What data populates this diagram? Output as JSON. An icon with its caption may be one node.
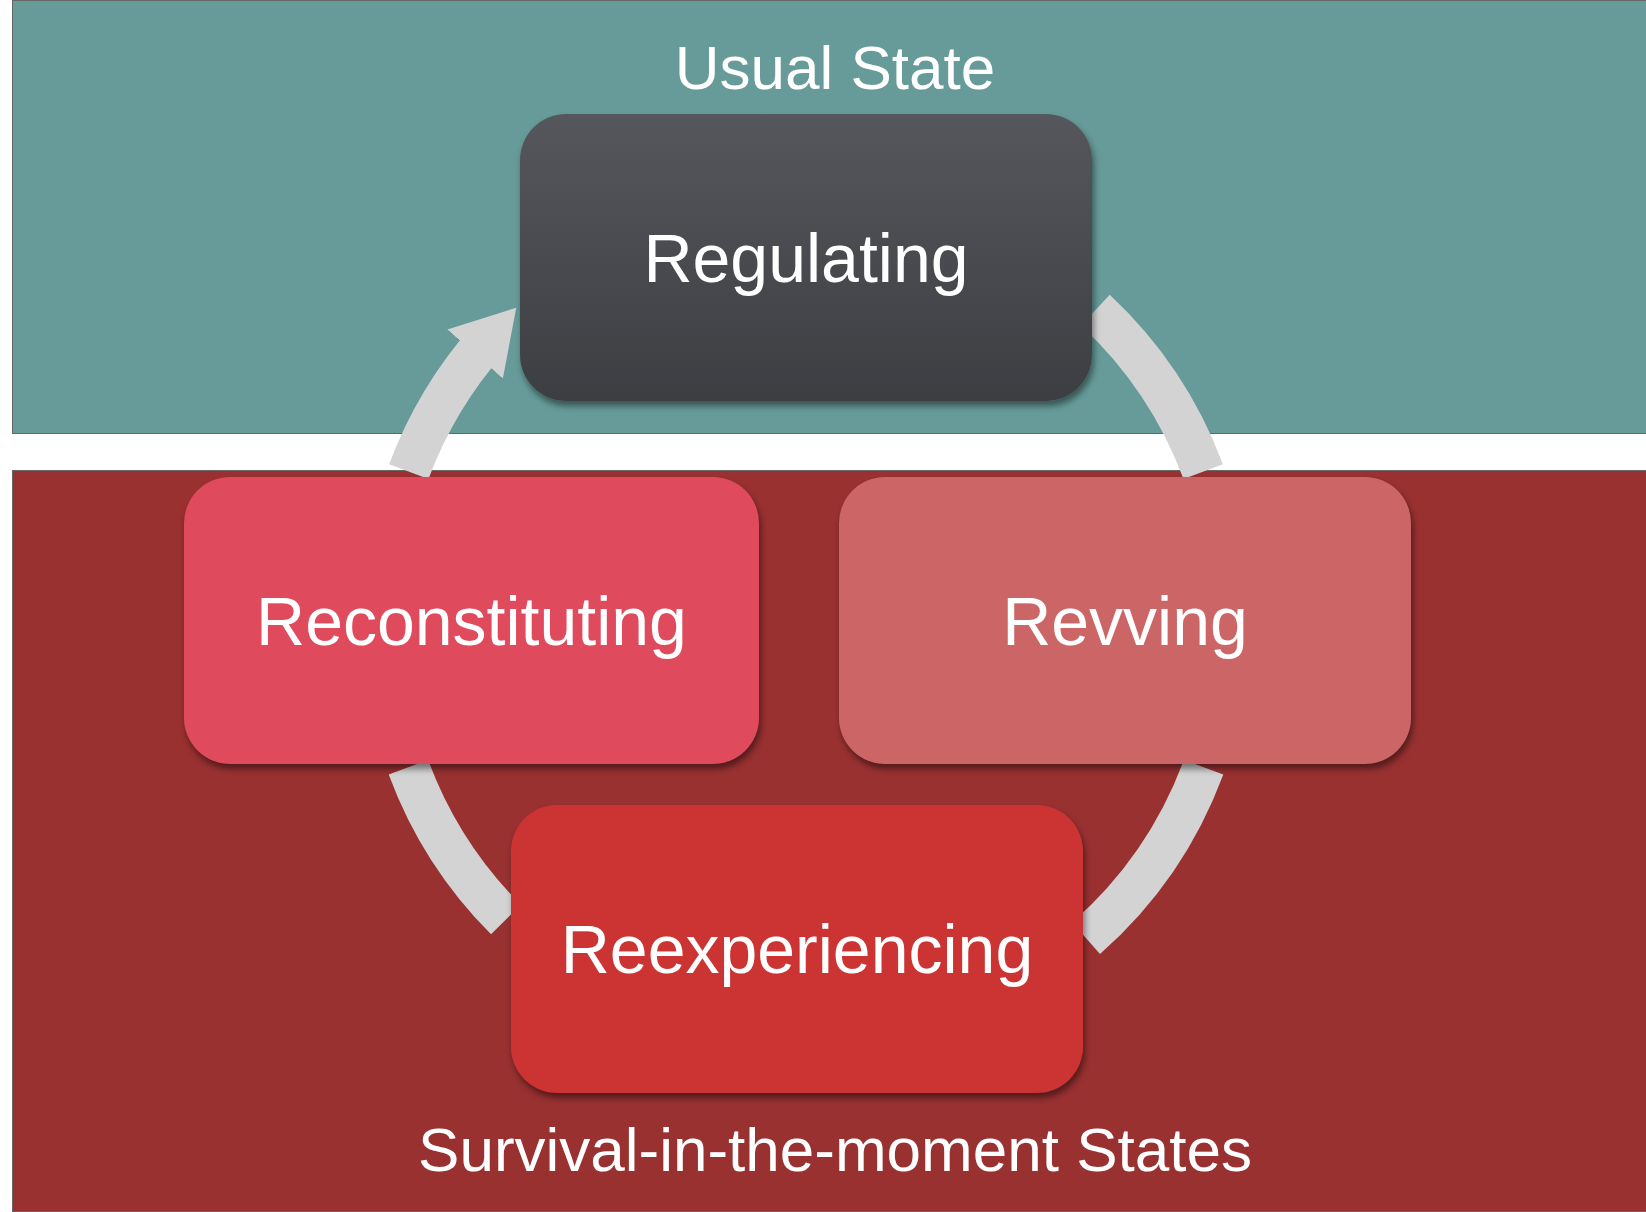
{
  "diagram": {
    "nodes": [
      {
        "text": [
          "Usual State"
        ]
      },
      {
        "text": [
          "Regulating"
        ],
        "in": 0
      },
      {
        "text": [
          "Survival-in-the-moment States"
        ]
      },
      {
        "text": [
          "Reconstituting"
        ],
        "in": 2
      },
      {
        "text": [
          "Revving"
        ],
        "in": 2
      },
      {
        "text": [
          "Reexperiencing"
        ],
        "in": 2
      }
    ],
    "edges": [
      {
        "from": 1,
        "to": 4,
        "arrow": "none"
      },
      {
        "from": 4,
        "to": 5,
        "arrow": "none"
      },
      {
        "from": 5,
        "to": 3,
        "arrow": "none"
      },
      {
        "from": 3,
        "to": 1,
        "arrow": "to"
      }
    ]
  }
}
